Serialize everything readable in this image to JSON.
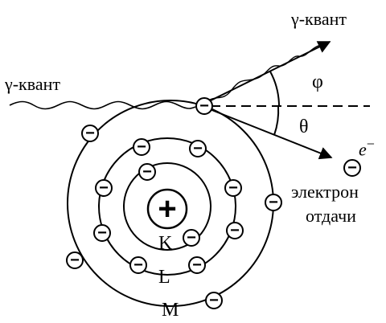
{
  "labels": {
    "incident_quantum": "γ-квант",
    "scattered_quantum": "γ-квант",
    "scatter_angle": "φ",
    "recoil_angle": "θ",
    "electron_symbol": "e",
    "electron_charge": "−",
    "recoil_electron_line1": "электрон",
    "recoil_electron_line2": "отдачи",
    "shell_K": "K",
    "shell_L": "L",
    "shell_M": "M",
    "electron_glyph": "−",
    "nucleus_glyph": "+"
  }
}
